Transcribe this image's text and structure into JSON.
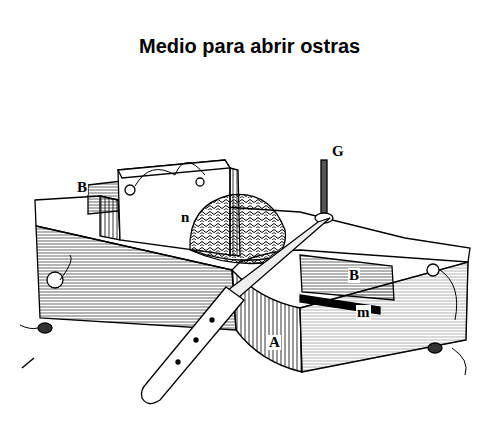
{
  "diagram": {
    "title": "Medio para abrir ostras",
    "labels": [
      "B",
      "n",
      "G",
      "B",
      "m",
      "A"
    ]
  }
}
